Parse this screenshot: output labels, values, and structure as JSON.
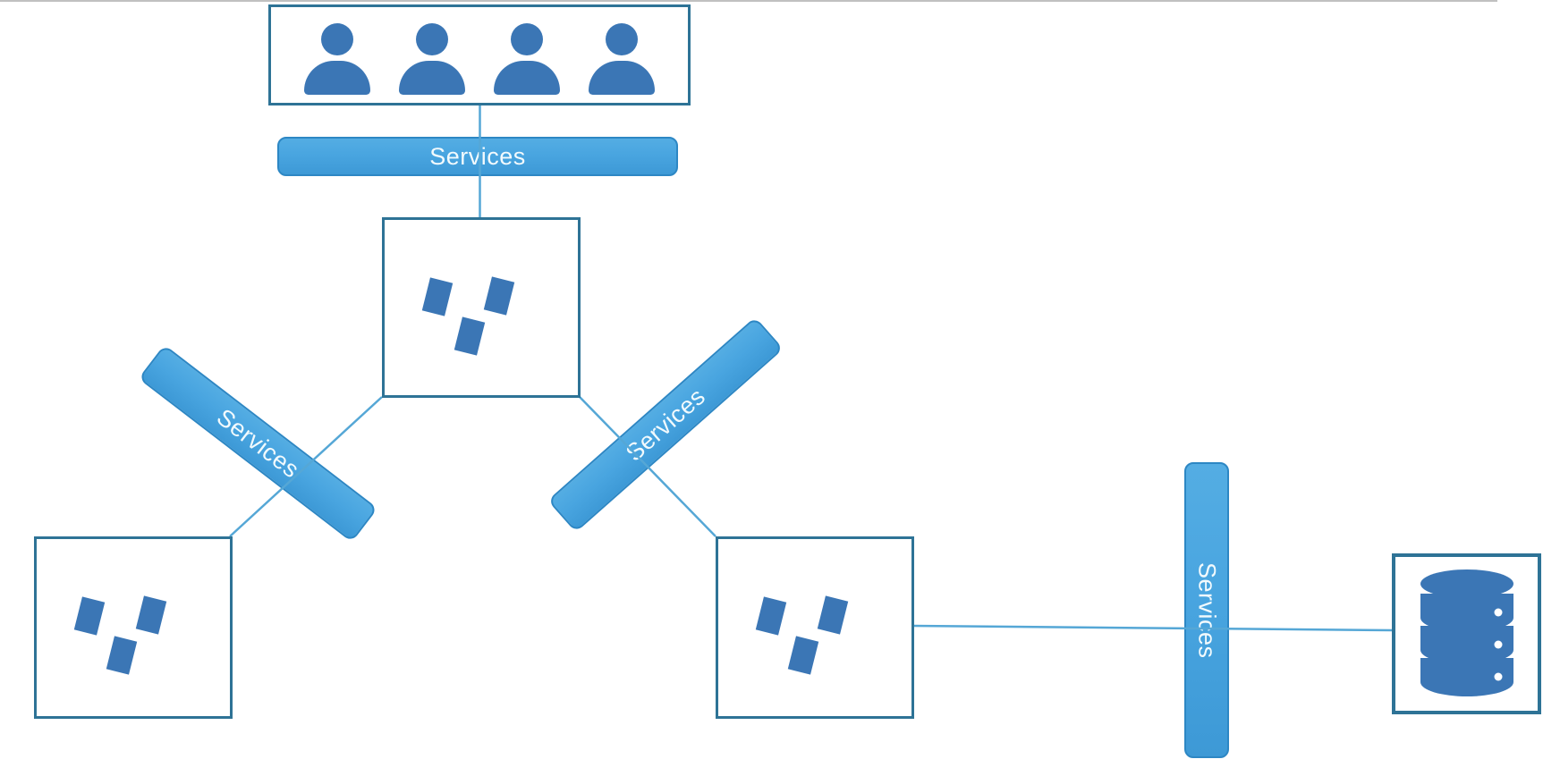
{
  "colors": {
    "background": "#ffffff",
    "icon_blue": "#3b76b5",
    "bar_fill": "#49a5e0",
    "bar_fill_dark": "#3d99d6",
    "bar_border": "#2d87c4",
    "bar_text": "#f2fafd",
    "box_border": "#2e7396",
    "connector": "#55a7d6",
    "top_edge": "#c0c0c0"
  },
  "bars": {
    "top": {
      "label": "Services"
    },
    "left": {
      "label": "Services"
    },
    "right": {
      "label": "Services"
    },
    "vertical": {
      "label": "Services"
    }
  },
  "nodes": {
    "users": {
      "icon": "users-icon",
      "user_count": 4
    },
    "app_top": {
      "icon": "app-logo-icon"
    },
    "app_left": {
      "icon": "app-logo-icon"
    },
    "app_right": {
      "icon": "app-logo-icon"
    },
    "database": {
      "icon": "database-icon"
    }
  }
}
